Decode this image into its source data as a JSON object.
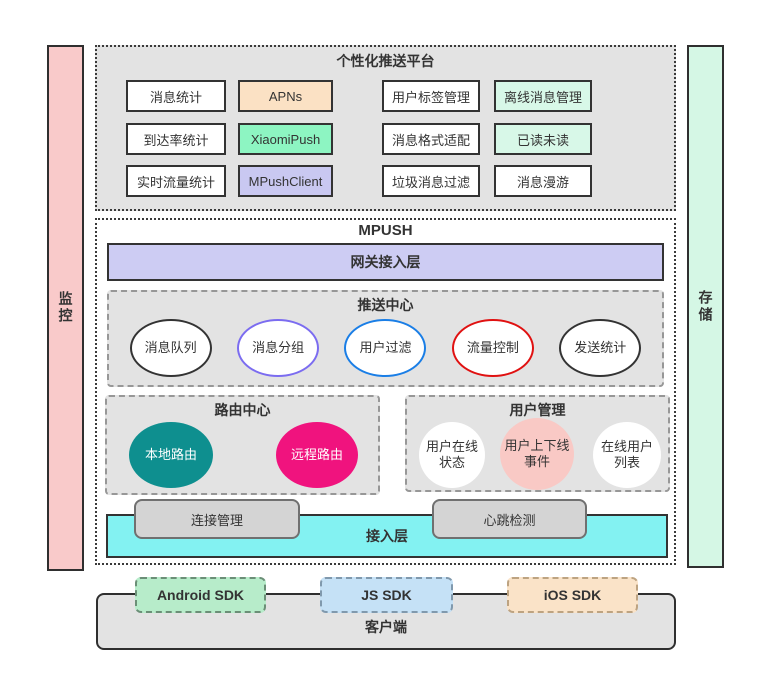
{
  "monitor_bar": {
    "label": "监控",
    "fill": "#f9caca"
  },
  "storage_bar": {
    "label": "存储",
    "fill": "#d5f7e5"
  },
  "platform": {
    "title": "个性化推送平台",
    "panel_fill": "#e3e3e3",
    "boxes": [
      {
        "label": "消息统计",
        "fill": "#ffffff"
      },
      {
        "label": "APNs",
        "fill": "#fbe1c4"
      },
      {
        "label": "用户标签管理",
        "fill": "#ffffff"
      },
      {
        "label": "离线消息管理",
        "fill": "#d8f8e8"
      },
      {
        "label": "到达率统计",
        "fill": "#ffffff"
      },
      {
        "label": "XiaomiPush",
        "fill": "#8df5c2"
      },
      {
        "label": "消息格式适配",
        "fill": "#ffffff"
      },
      {
        "label": "已读未读",
        "fill": "#d8f8e8"
      },
      {
        "label": "实时流量统计",
        "fill": "#ffffff"
      },
      {
        "label": "MPushClient",
        "fill": "#c9c8f1"
      },
      {
        "label": "垃圾消息过滤",
        "fill": "#ffffff"
      },
      {
        "label": "消息漫游",
        "fill": "#ffffff"
      }
    ]
  },
  "mpush": {
    "title": "MPUSH",
    "gateway": {
      "label": "网关接入层",
      "fill": "#cdccf3"
    },
    "push_center": {
      "title": "推送中心",
      "nodes": [
        {
          "label": "消息队列",
          "border": "#333333"
        },
        {
          "label": "消息分组",
          "border": "#7b6cf0"
        },
        {
          "label": "用户过滤",
          "border": "#1a7ee6"
        },
        {
          "label": "流量控制",
          "border": "#e01111"
        },
        {
          "label": "发送统计",
          "border": "#333333"
        }
      ]
    },
    "route_center": {
      "title": "路由中心",
      "nodes": [
        {
          "label": "本地路由",
          "fill": "#0e8f8f",
          "text_color": "#ffffff"
        },
        {
          "label": "远程路由",
          "fill": "#f0137e",
          "text_color": "#ffffff"
        }
      ]
    },
    "user_mgmt": {
      "title": "用户管理",
      "nodes": [
        {
          "label": "用户在线状态",
          "fill": "#ffffff",
          "text_color": "#333333"
        },
        {
          "label": "用户上下线事件",
          "fill": "#f9c9c5",
          "text_color": "#333333"
        },
        {
          "label": "在线用户列表",
          "fill": "#ffffff",
          "text_color": "#333333"
        }
      ]
    },
    "connection_box": {
      "label": "连接管理"
    },
    "heartbeat_box": {
      "label": "心跳检测"
    },
    "access_layer": {
      "label": "接入层",
      "fill": "#83f2f2"
    }
  },
  "client": {
    "title": "客户端",
    "sdks": [
      {
        "label": "Android SDK",
        "fill": "#b7ecca",
        "border": "#6b8f77"
      },
      {
        "label": "JS SDK",
        "fill": "#c5e1f6",
        "border": "#8099ad"
      },
      {
        "label": "iOS SDK",
        "fill": "#fae3c8",
        "border": "#bda381"
      }
    ]
  }
}
